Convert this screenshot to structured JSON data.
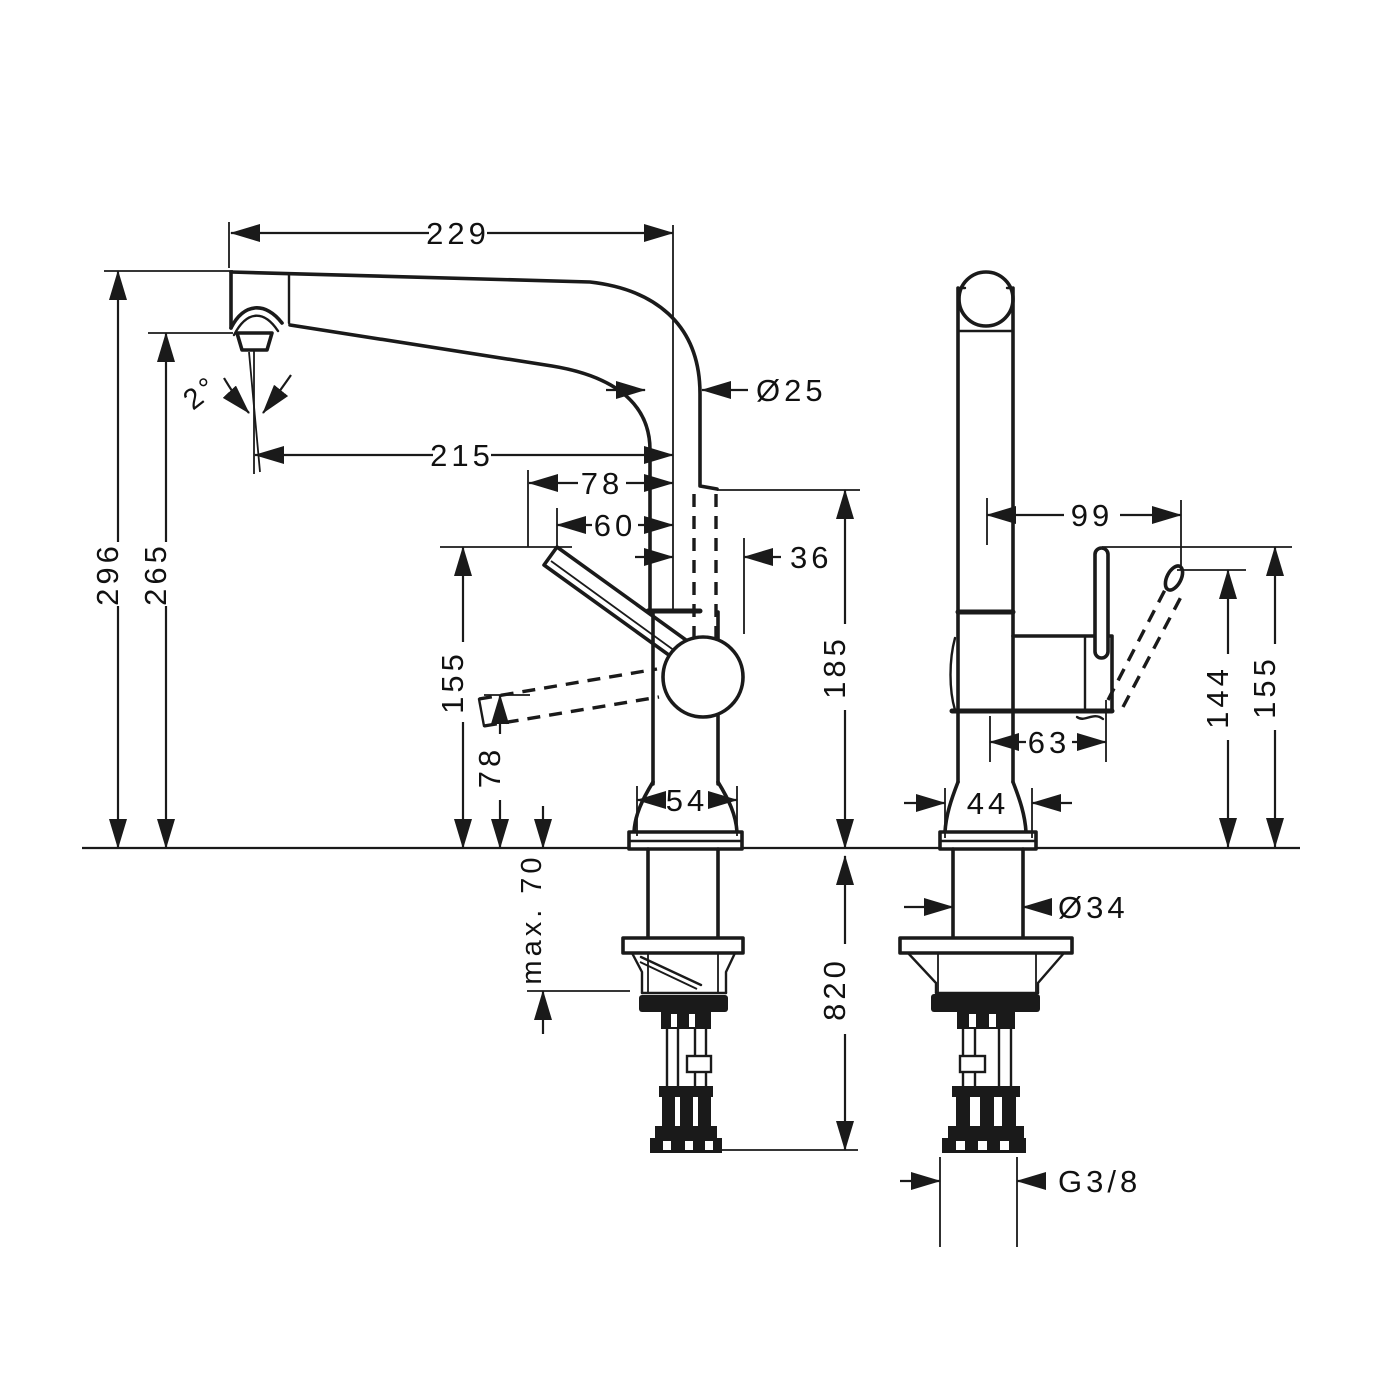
{
  "meta": {
    "background": "#ffffff",
    "line_color": "#1a1a1a",
    "drawing_type": "technical dimension drawing, two views of a kitchen faucet"
  },
  "dims": {
    "spout_reach": "229",
    "reach_to_outlet": "215",
    "spout_angle": "2°",
    "spout_dia": "Ø25",
    "offset_78": "78",
    "offset_60": "60",
    "offset_36": "36",
    "height_total": "296",
    "height_outlet": "265",
    "height_handle_top": "155",
    "height_handle_low": "78",
    "height_body": "185",
    "base_width": "54",
    "counter_thickness": "max. 70",
    "hose_length": "820",
    "handle_reach": "99",
    "handle_proj": "63",
    "base_depth": "44",
    "height_lever_144": "144",
    "height_lever_155": "155",
    "shank_dia": "Ø34",
    "thread": "G3/8"
  }
}
